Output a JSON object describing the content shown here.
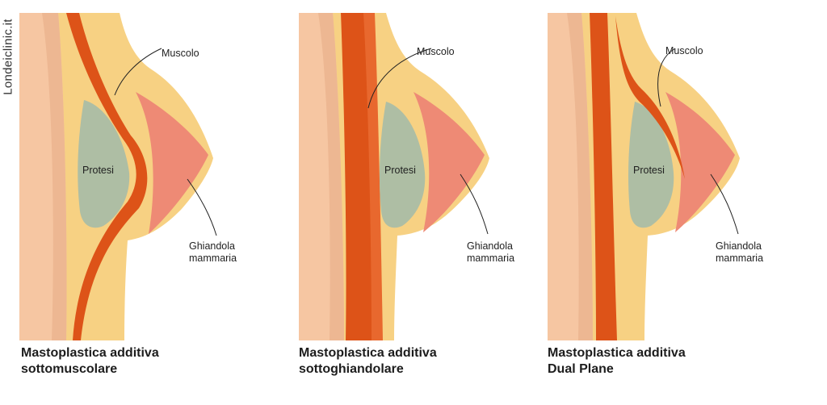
{
  "watermark": "Londeiclinic.it",
  "colors": {
    "skin_outer": "#f6c6a2",
    "skin_band": "#edb792",
    "fat": "#f7d183",
    "muscle": "#dd5318",
    "muscle_light": "#e8682e",
    "implant": "#aebea4",
    "gland": "#ee8a75"
  },
  "panels": [
    {
      "muscle_label": "Muscolo",
      "implant_label": "Protesi",
      "gland_label_line1": "Ghiandola",
      "gland_label_line2": "mammaria",
      "caption_line1": "Mastoplastica additiva",
      "caption_line2": "sottomuscolare"
    },
    {
      "muscle_label": "Muscolo",
      "implant_label": "Protesi",
      "gland_label_line1": "Ghiandola",
      "gland_label_line2": "mammaria",
      "caption_line1": "Mastoplastica additiva",
      "caption_line2": "sottoghiandolare"
    },
    {
      "muscle_label": "Muscolo",
      "implant_label": "Protesi",
      "gland_label_line1": "Ghiandola",
      "gland_label_line2": "mammaria",
      "caption_line1": "Mastoplastica additiva",
      "caption_line2": "Dual Plane"
    }
  ]
}
